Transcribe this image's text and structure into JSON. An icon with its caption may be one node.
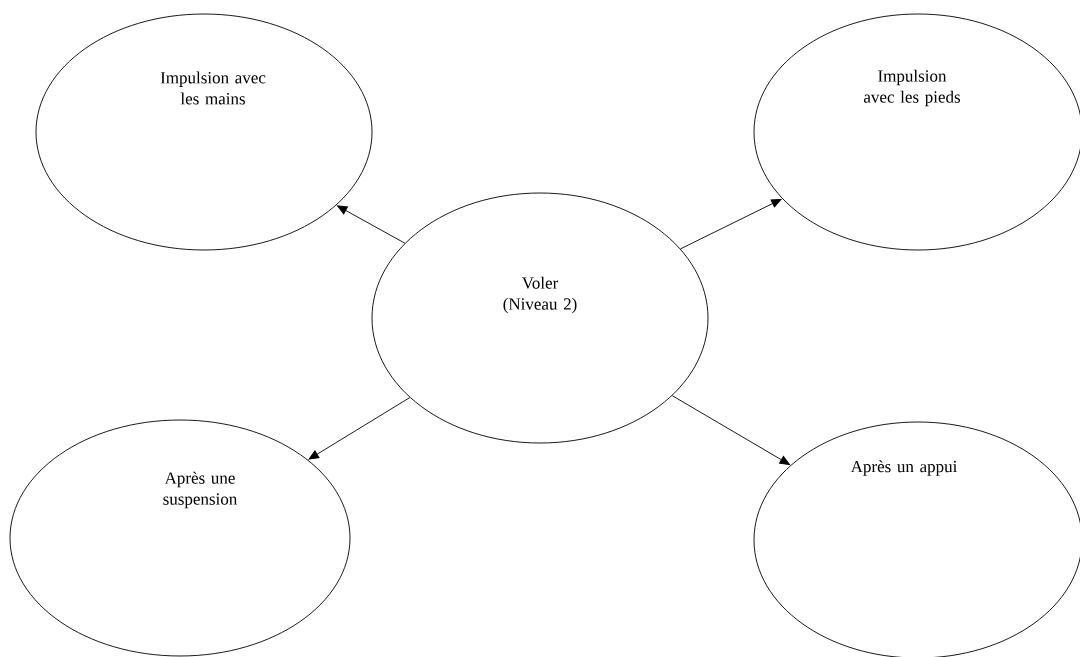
{
  "diagram": {
    "nodes": [
      {
        "text": [
          "Impulsion avec les mains"
        ]
      },
      {
        "text": [
          "Impulsion avec les pieds"
        ]
      },
      {
        "text": [
          "Voler (Niveau 2)"
        ]
      },
      {
        "text": [
          "Après une suspension"
        ]
      },
      {
        "text": [
          "Après un appui"
        ]
      }
    ],
    "edges": [
      {
        "from": 2,
        "to": 0,
        "arrow": "to"
      },
      {
        "from": 2,
        "to": 1,
        "arrow": "to"
      },
      {
        "from": 2,
        "to": 3,
        "arrow": "to"
      },
      {
        "from": 2,
        "to": 4,
        "arrow": "to"
      }
    ]
  }
}
